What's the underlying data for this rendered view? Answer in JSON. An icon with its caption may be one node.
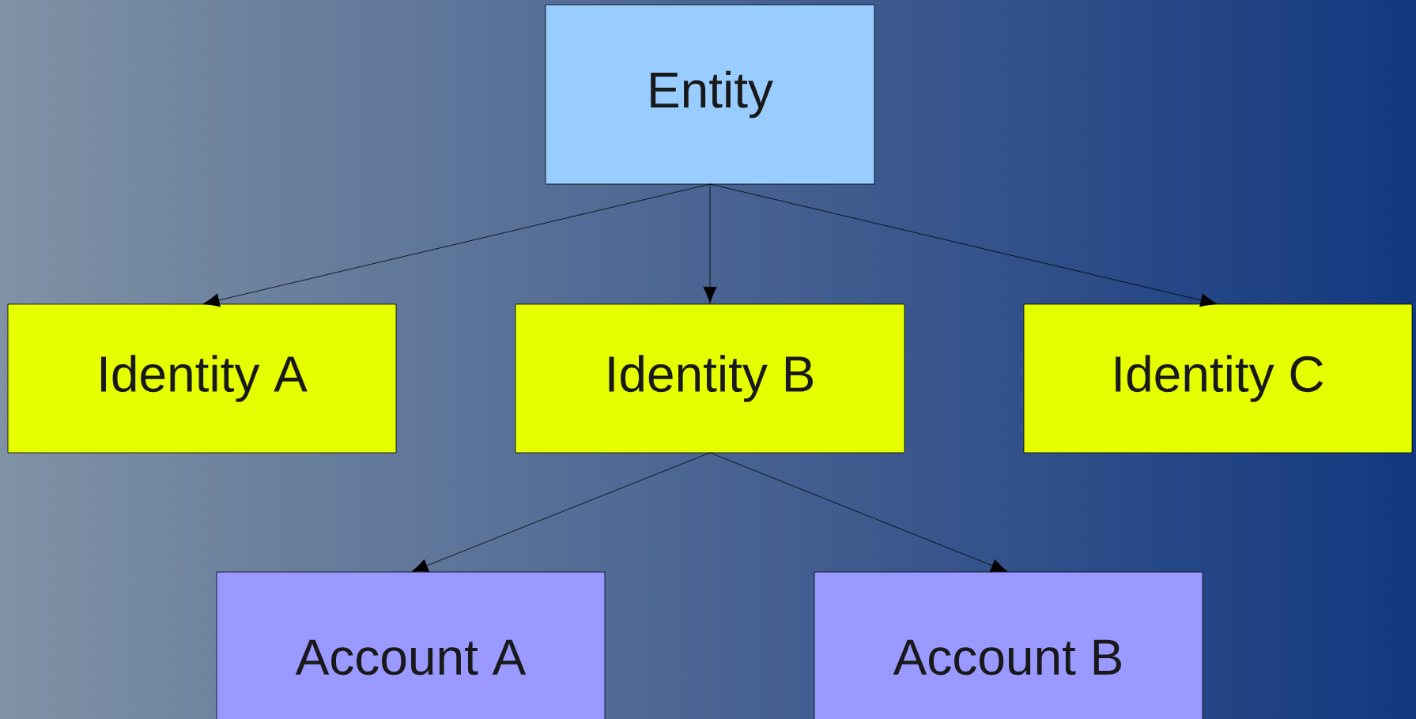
{
  "diagram": {
    "nodes": [
      {
        "text": [
          "Entity"
        ]
      },
      {
        "text": [
          "Identity A"
        ]
      },
      {
        "text": [
          "Identity B"
        ]
      },
      {
        "text": [
          "Identity C"
        ]
      },
      {
        "text": [
          "Account A"
        ]
      },
      {
        "text": [
          "Account B"
        ]
      }
    ],
    "edges": [
      {
        "from": 0,
        "to": 1,
        "arrow": "to"
      },
      {
        "from": 0,
        "to": 2,
        "arrow": "to"
      },
      {
        "from": 0,
        "to": 3,
        "arrow": "to"
      },
      {
        "from": 2,
        "to": 4,
        "arrow": "to"
      },
      {
        "from": 2,
        "to": 5,
        "arrow": "to"
      }
    ]
  }
}
